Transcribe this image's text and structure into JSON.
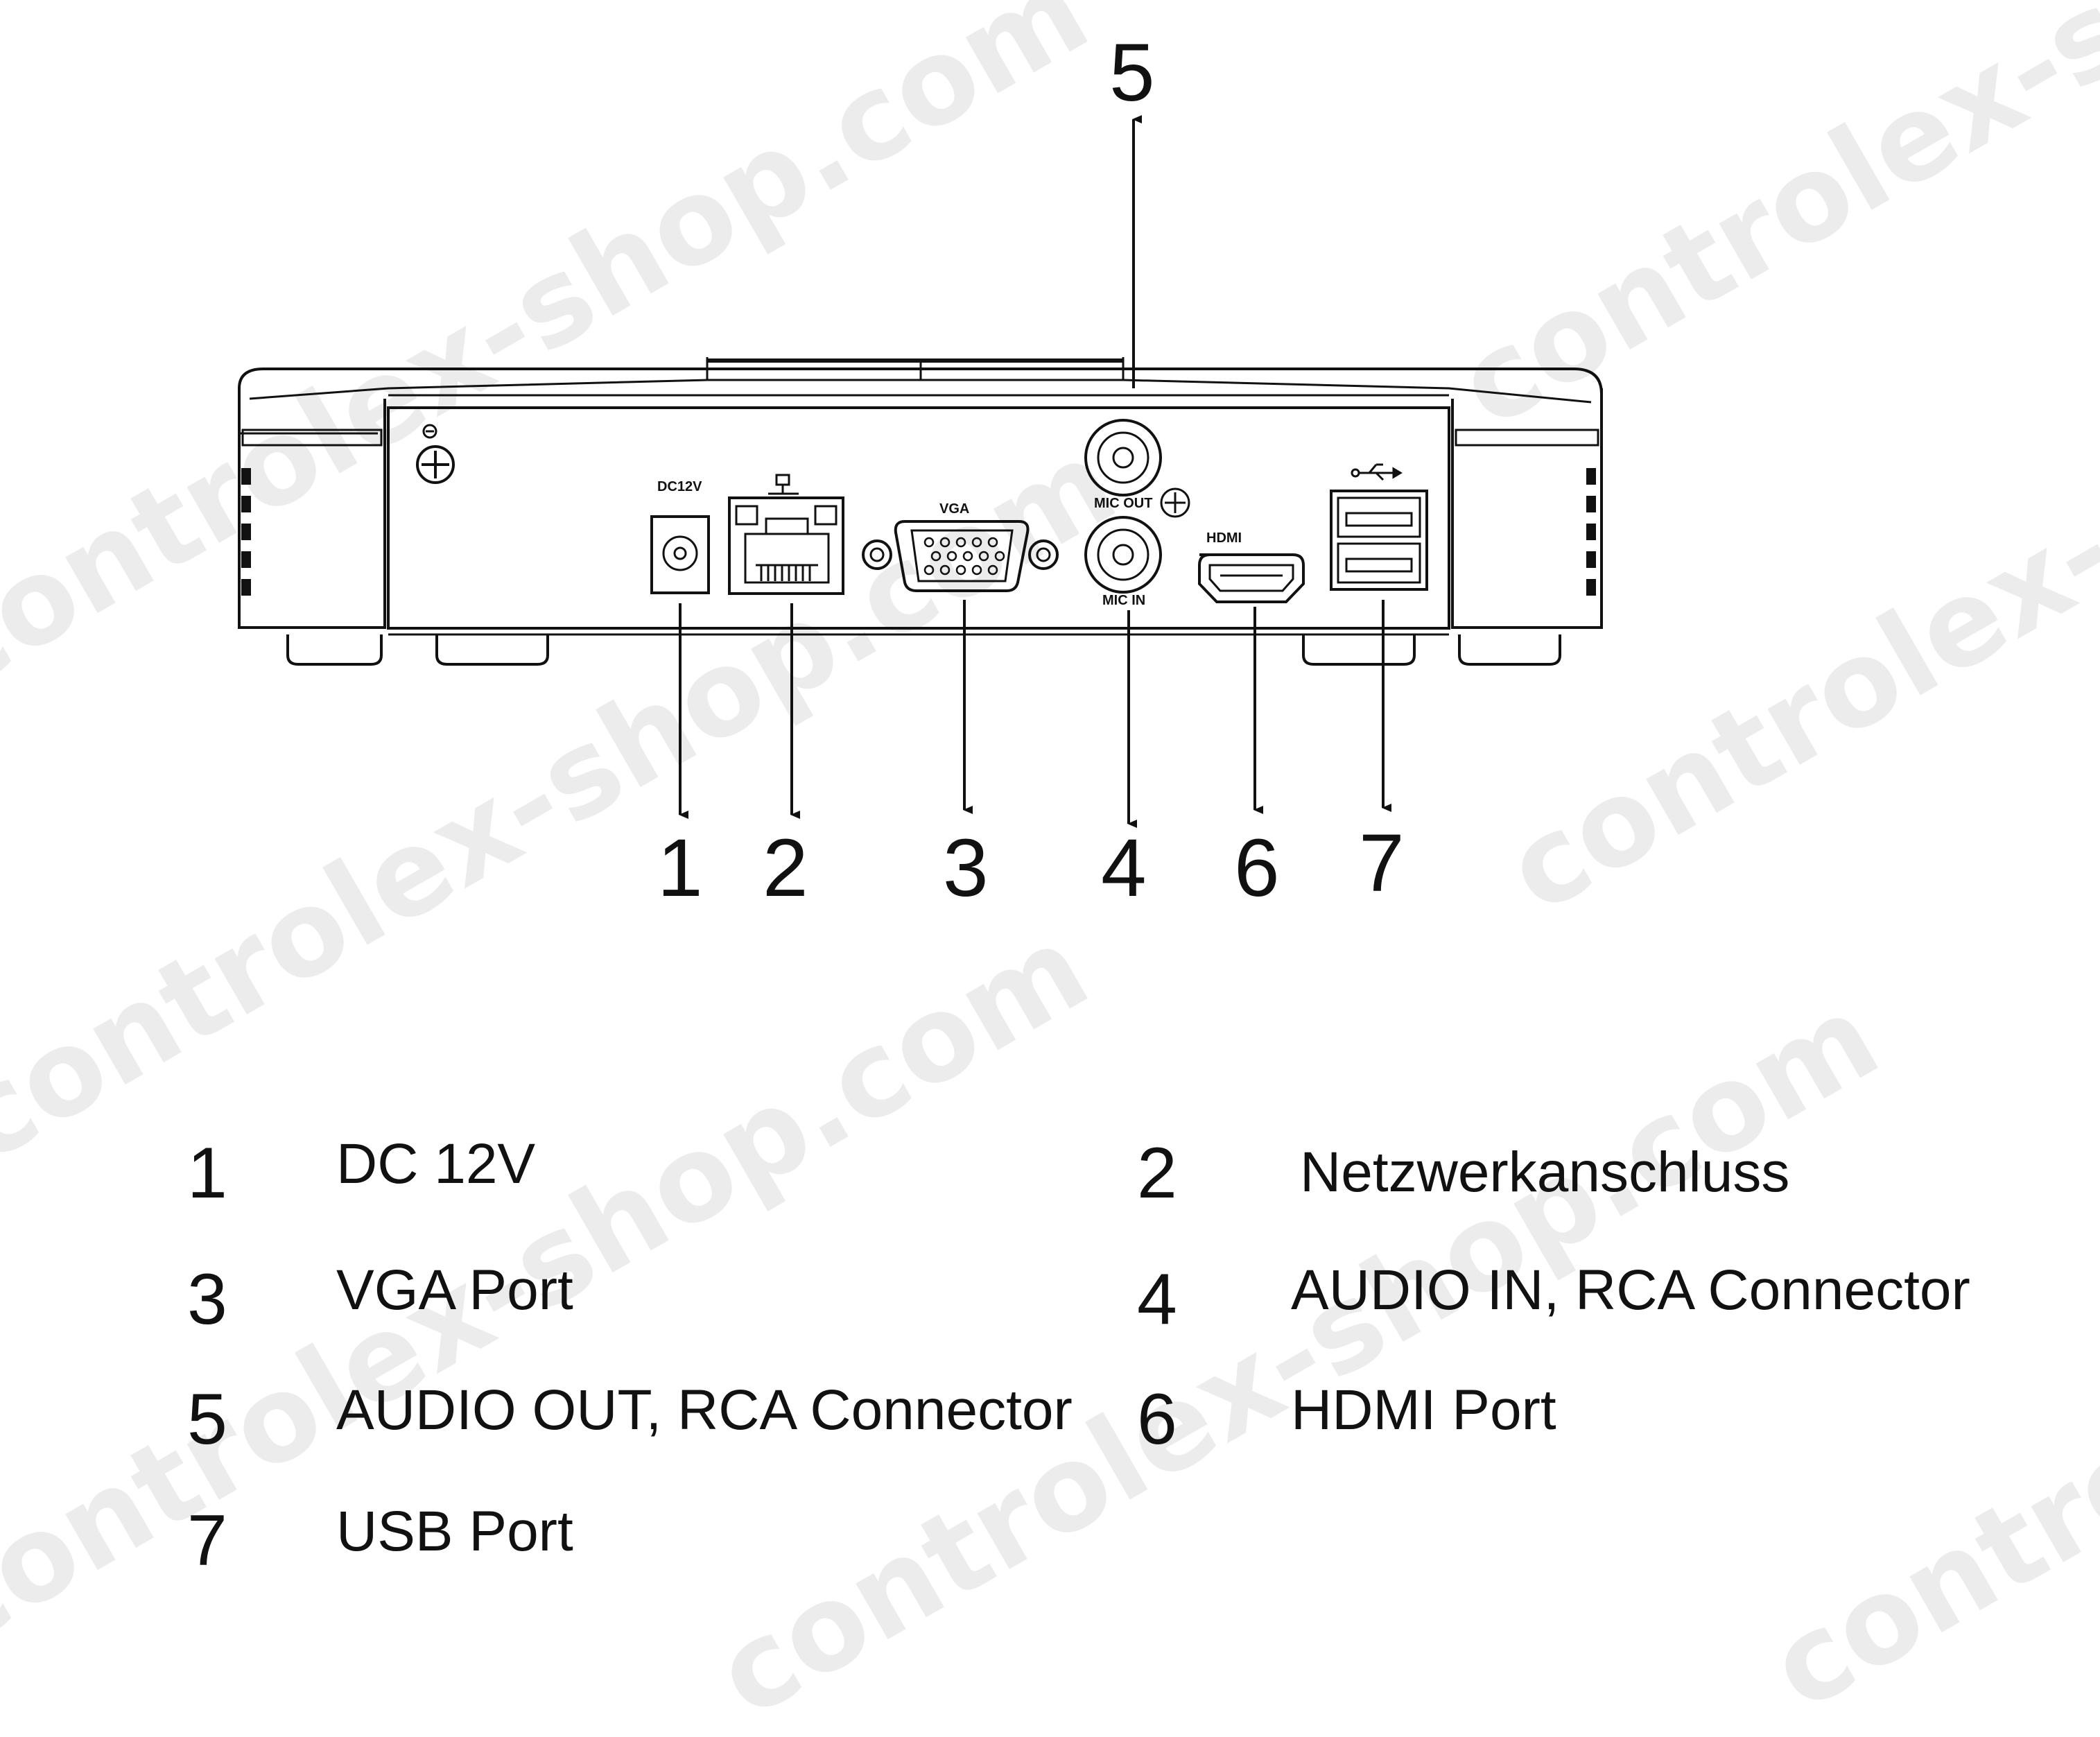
{
  "watermark": {
    "text": "controlex-shop.com"
  },
  "device": {
    "port_labels": {
      "dc": "DC12V",
      "vga": "VGA",
      "mic_out": "MIC OUT",
      "mic_in": "MIC IN",
      "hdmi": "HDMI"
    },
    "icons": [
      "ground-screw-icon",
      "network-icon",
      "usb-icon"
    ]
  },
  "callouts": {
    "dc": "1",
    "network": "2",
    "vga": "3",
    "audio_in": "4",
    "audio_out": "5",
    "hdmi": "6",
    "usb": "7"
  },
  "legend": [
    {
      "num": "1",
      "text": "DC 12V"
    },
    {
      "num": "2",
      "text": "Netzwerkanschluss"
    },
    {
      "num": "3",
      "text": "VGA Port"
    },
    {
      "num": "4",
      "text": "AUDIO IN, RCA Connector"
    },
    {
      "num": "5",
      "text": "AUDIO OUT, RCA Connector"
    },
    {
      "num": "6",
      "text": "HDMI Port"
    },
    {
      "num": "7",
      "text": "USB Port"
    }
  ],
  "colors": {
    "line": "#111111",
    "watermark": "#ececec",
    "background": "#ffffff"
  }
}
